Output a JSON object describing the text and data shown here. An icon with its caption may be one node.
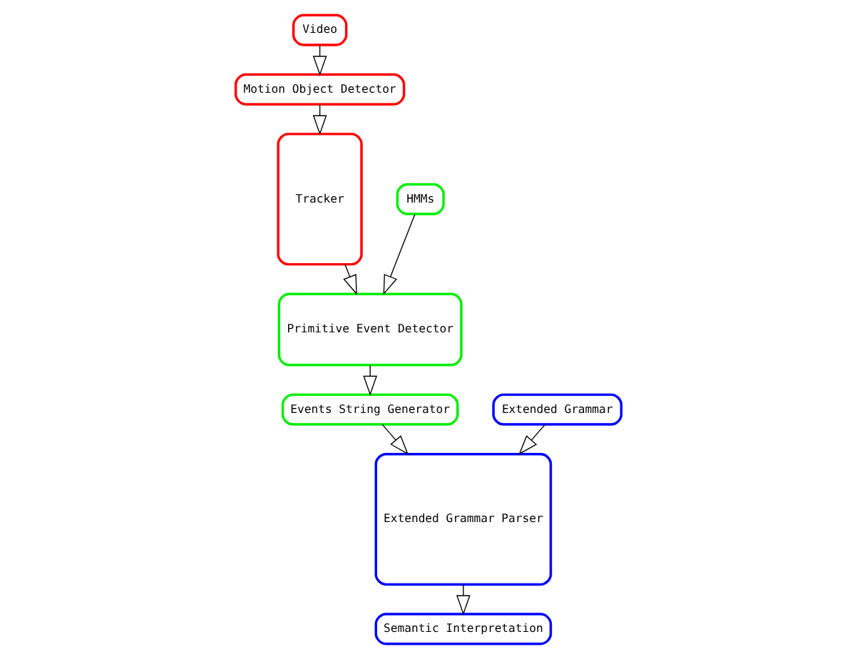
{
  "diagram": {
    "nodes": [
      {
        "text": [
          "Video"
        ]
      },
      {
        "text": [
          "Motion Object Detector"
        ]
      },
      {
        "text": [
          "Tracker"
        ]
      },
      {
        "text": [
          "Extended Grammar"
        ]
      },
      {
        "text": [
          "HMMs"
        ]
      },
      {
        "text": [
          "Primitive Event Detector"
        ]
      },
      {
        "text": [
          "Semantic Interpretation"
        ]
      },
      {
        "text": [
          "Extended Grammar Parser"
        ]
      },
      {
        "text": [
          "Events String Generator"
        ]
      }
    ],
    "edges": [
      {
        "from": 0,
        "to": 1,
        "arrow": "to"
      },
      {
        "from": 1,
        "to": 2,
        "arrow": "to"
      },
      {
        "from": 2,
        "to": 5,
        "arrow": "to"
      },
      {
        "from": 4,
        "to": 5,
        "arrow": "to"
      },
      {
        "from": 5,
        "to": 8,
        "arrow": "to"
      },
      {
        "from": 8,
        "to": 7,
        "arrow": "to"
      },
      {
        "from": 3,
        "to": 7,
        "arrow": "to"
      },
      {
        "from": 7,
        "to": 6,
        "arrow": "to"
      }
    ]
  }
}
